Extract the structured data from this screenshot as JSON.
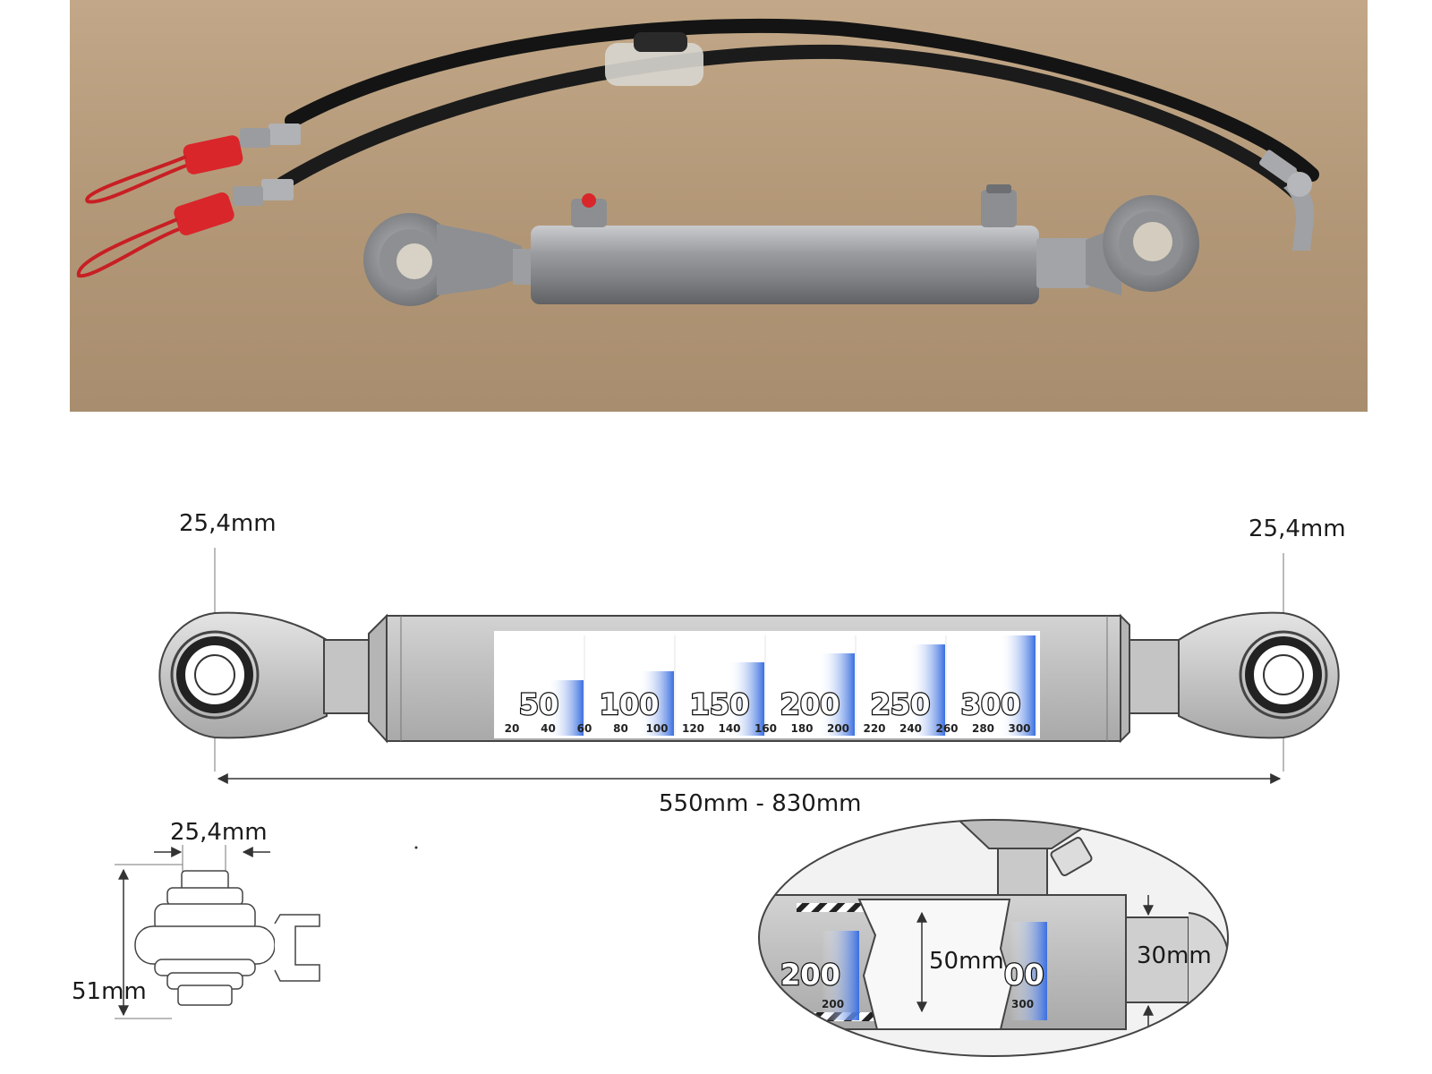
{
  "photo": {
    "background": "#b49a7c",
    "hose_color": "#141414",
    "cap_color": "#d9262b",
    "steel_color": "#8e9093"
  },
  "diagram": {
    "left_pin_diameter": "25,4mm",
    "right_pin_diameter": "25,4mm",
    "length_range": "550mm - 830mm",
    "ball_width": "25,4mm",
    "ball_height": "51mm",
    "bore_diameter": "50mm",
    "rod_diameter": "30mm",
    "scale_major": [
      "50",
      "100",
      "150",
      "200",
      "250",
      "300"
    ],
    "scale_minor": [
      "20",
      "40",
      "60",
      "80",
      "100",
      "120",
      "140",
      "160",
      "180",
      "200",
      "220",
      "240",
      "260",
      "280",
      "300"
    ],
    "scale_partial_left": "200",
    "scale_partial_right": "00",
    "scale_partial_left_small": "200",
    "scale_partial_right_small": "300",
    "accent_color": "#3a6fe0"
  }
}
